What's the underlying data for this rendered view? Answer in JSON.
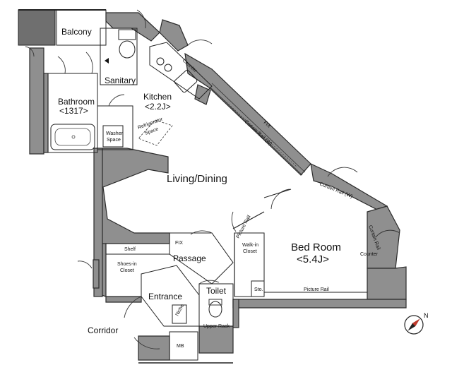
{
  "rooms": {
    "balcony": "Balcony",
    "sanitary": "Sanitary",
    "bathroom": "Bathroom",
    "bathroom_size": "<1317>",
    "kitchen": "Kitchen",
    "kitchen_size": "<2.2J>",
    "washer_space_line1": "Washer",
    "washer_space_line2": "Space",
    "refrigerator_line1": "Refrigerator",
    "refrigerator_line2": "Space",
    "living_dining": "Living/Dining",
    "bed_room": "Bed Room",
    "bed_room_size": "<5.4J>",
    "walk_in_closet_line1": "Walk-in",
    "walk_in_closet_line2": "Closet",
    "passage": "Passage",
    "shelf": "Shelf",
    "shoes_in_closet_line1": "Shoes-in",
    "shoes_in_closet_line2": "Closet",
    "entrance": "Entrance",
    "toilet": "Toilet",
    "upper_rack": "Upper Rack",
    "niche": "Niche",
    "storage": "Sto.",
    "corridor": "Corridor",
    "mb": "MB"
  },
  "annotations": {
    "fix_upper": "FIX",
    "fix_lower": "FIX",
    "curtain_rail_upper": "Curtain Rail (W)",
    "curtain_rail_bedroom": "Curtain Rail (W)",
    "curtain_rail_right": "Curtain Rail",
    "picture_rail_diagonal": "Picture Rail",
    "picture_rail_bottom": "Picture Rail",
    "counter_kitchen": "Counter",
    "counter_bedroom": "Counter"
  },
  "compass": {
    "label": "N"
  }
}
